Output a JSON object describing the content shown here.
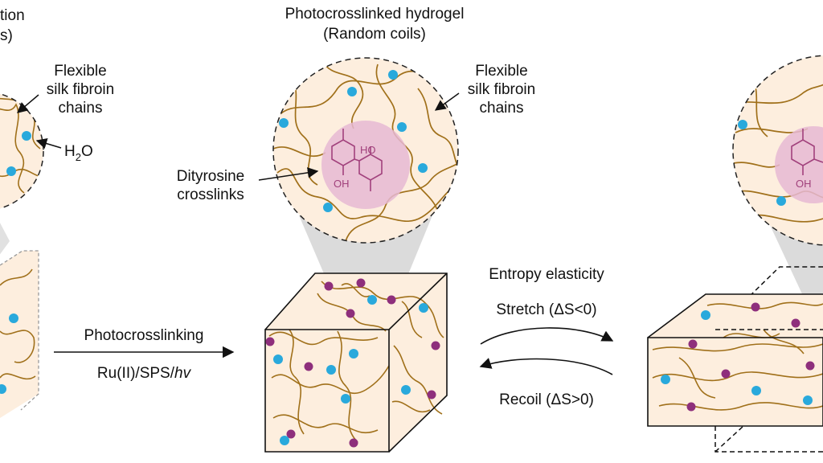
{
  "colors": {
    "background": "#ffffff",
    "fill": "#fdeede",
    "chain": "#a0701a",
    "water": "#29a9dc",
    "crosslink": "#8e2f7c",
    "highlight": "#e6b9d3",
    "chem": "#a1417c",
    "cone": "#cfcfcf"
  },
  "left_panel": {
    "title_line1": "tion",
    "title_line2": "s)",
    "chains_label": [
      "Flexible",
      "silk fibroin",
      "chains"
    ],
    "water_label": "H",
    "water_sub": "2",
    "water_label_end": "O"
  },
  "middle_panel": {
    "title_line1": "Photocrosslinked hydrogel",
    "title_line2": "(Random coils)",
    "chains_label": [
      "Flexible",
      "silk fibroin",
      "chains"
    ],
    "crosslink_label": [
      "Dityrosine",
      "crosslinks"
    ],
    "chem_labels": {
      "ho": "HO",
      "oh": "OH"
    }
  },
  "process_arrow": {
    "top": "Photocrosslinking",
    "bottom_prefix": "Ru(II)/SPS/",
    "bottom_italic": "hv"
  },
  "elasticity": {
    "title": "Entropy elasticity",
    "stretch": "Stretch (ΔS<0)",
    "recoil": "Recoil (ΔS>0)"
  },
  "right_panel": {
    "chem_labels": {
      "oh": "OH"
    }
  },
  "icons": [
    "water-molecule-icon",
    "crosslink-node-icon",
    "dityrosine-structure-icon"
  ]
}
